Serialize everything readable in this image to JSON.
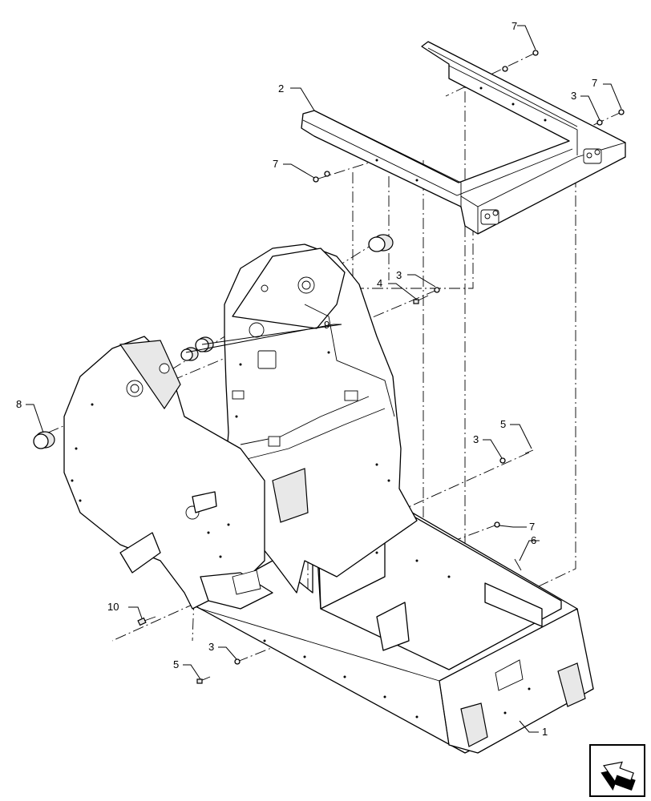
{
  "callouts": {
    "c1": "1",
    "c2": "2",
    "c3a": "3",
    "c3b": "3",
    "c3c": "3",
    "c3d": "3",
    "c4": "4",
    "c5a": "5",
    "c5b": "5",
    "c6": "6",
    "c7a": "7",
    "c7b": "7",
    "c7c": "7",
    "c7d": "7",
    "c8": "8",
    "c9": "9",
    "c10": "10"
  },
  "nav_icon": "page-navigation-arrow-icon"
}
